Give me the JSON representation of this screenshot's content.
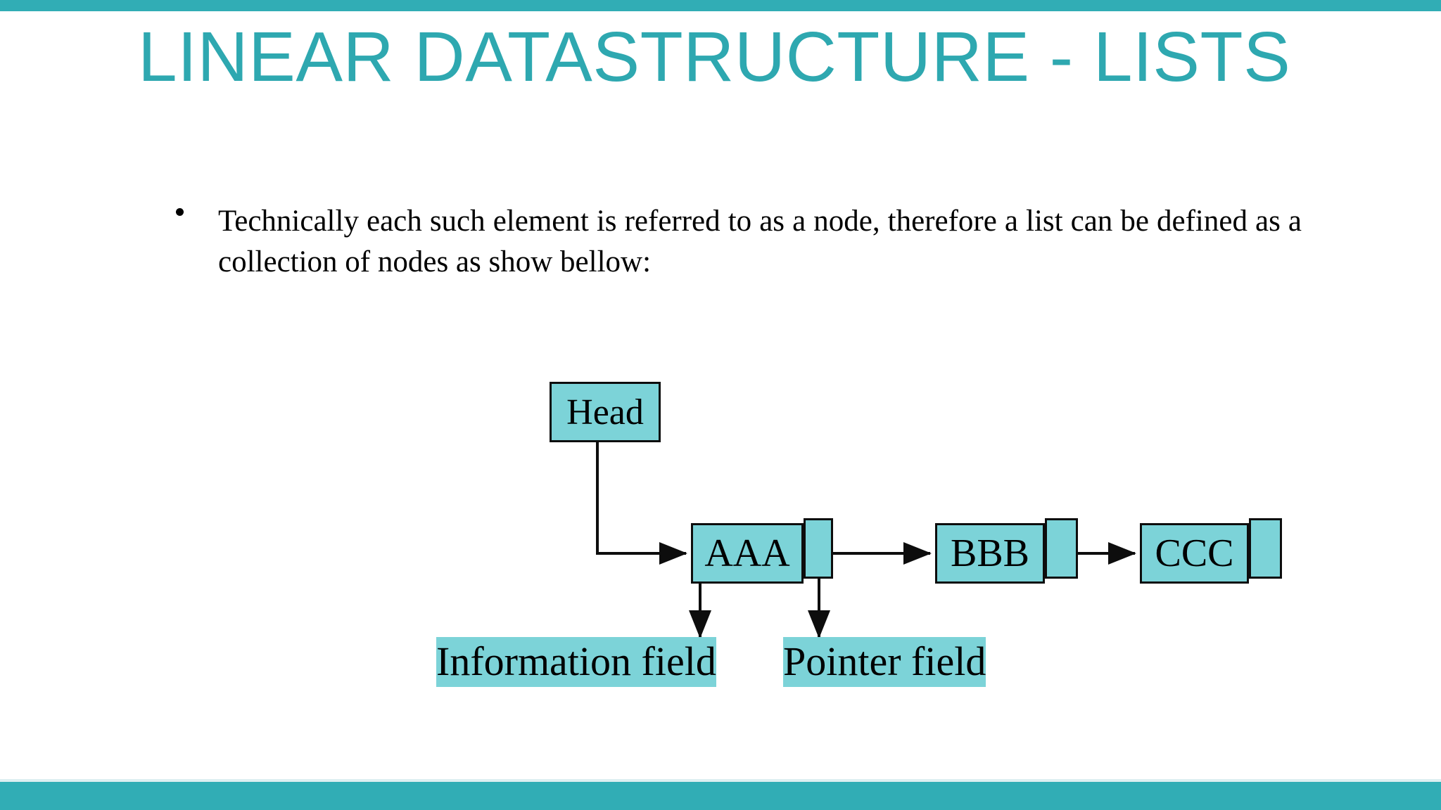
{
  "slide": {
    "title": "LINEAR DATASTRUCTURE - LISTS",
    "accent_color": "#31ADB5",
    "title_color": "#2EA8B0",
    "node_fill": "#7CD3D8",
    "stroke_color": "#0d0d0d",
    "background": "#ffffff"
  },
  "body": {
    "bullets": [
      "Technically each such element is referred to as a node, therefore a list can be defined as a collection of nodes as show bellow:"
    ]
  },
  "diagram": {
    "head_label": "Head",
    "nodes": [
      {
        "value": "AAA",
        "pointer": "link"
      },
      {
        "value": "BBB",
        "pointer": "link"
      },
      {
        "value": "CCC",
        "pointer": "null"
      }
    ],
    "annotations": [
      {
        "label": "Information field",
        "points_to": "AAA"
      },
      {
        "label": "Pointer field",
        "points_to": "AAA"
      }
    ]
  }
}
